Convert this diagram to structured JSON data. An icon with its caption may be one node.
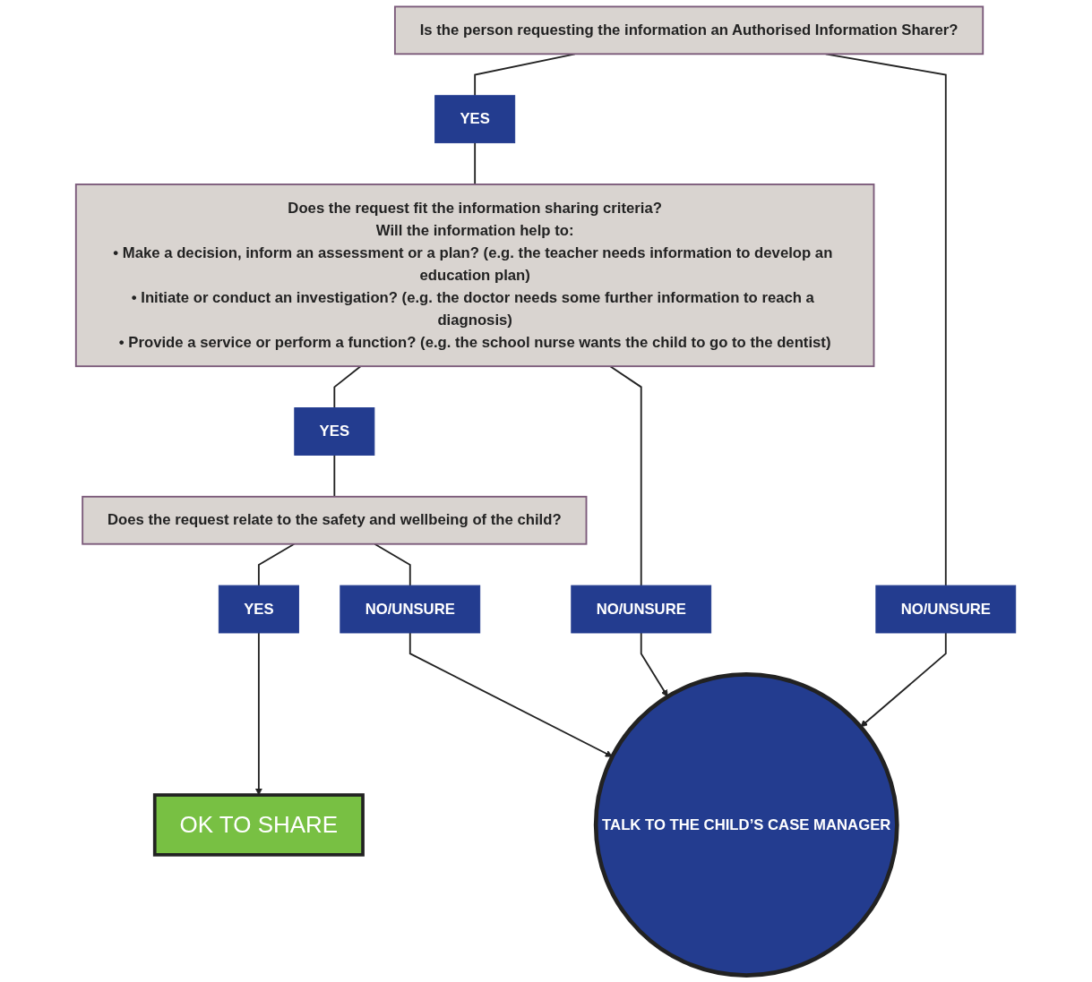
{
  "diagram": {
    "nodes": [
      {
        "text": [
          "Is the person requesting the information an Authorised Information Sharer?"
        ]
      },
      {
        "text": [
          "YES"
        ]
      },
      {
        "text": [
          "NO/UNSURE"
        ]
      },
      {
        "text": [
          "Does the request fit the information sharing criteria?",
          "Will the information help to:",
          "• Make a decision, inform an assessment or a plan? (e.g. the teacher needs information to develop an education plan)",
          "• Initiate or conduct an investigation? (e.g. the doctor needs some further information to reach a diagnosis)",
          "• Provide a service or perform a function? (e.g. the school nurse wants the child to go to the dentist)"
        ]
      },
      {
        "text": [
          "YES"
        ]
      },
      {
        "text": [
          "NO/UNSURE"
        ]
      },
      {
        "text": [
          "Does the request relate to the safety and wellbeing of the child?"
        ]
      },
      {
        "text": [
          "YES"
        ]
      },
      {
        "text": [
          "NO/UNSURE"
        ]
      },
      {
        "text": [
          "OK TO SHARE"
        ]
      },
      {
        "text": [
          "TALK TO THE CHILD’S CASE MANAGER"
        ]
      }
    ],
    "edges": [
      {
        "from": 0,
        "to": 1,
        "arrow": "none"
      },
      {
        "from": 1,
        "to": 3,
        "arrow": "none"
      },
      {
        "from": 0,
        "to": 2,
        "arrow": "none"
      },
      {
        "from": 2,
        "to": 10,
        "arrow": "to"
      },
      {
        "from": 3,
        "to": 4,
        "arrow": "none"
      },
      {
        "from": 4,
        "to": 6,
        "arrow": "none"
      },
      {
        "from": 3,
        "to": 5,
        "arrow": "none"
      },
      {
        "from": 5,
        "to": 10,
        "arrow": "to"
      },
      {
        "from": 6,
        "to": 7,
        "arrow": "none"
      },
      {
        "from": 7,
        "to": 9,
        "arrow": "to"
      },
      {
        "from": 6,
        "to": 8,
        "arrow": "none"
      },
      {
        "from": 8,
        "to": 10,
        "arrow": "to"
      }
    ]
  }
}
